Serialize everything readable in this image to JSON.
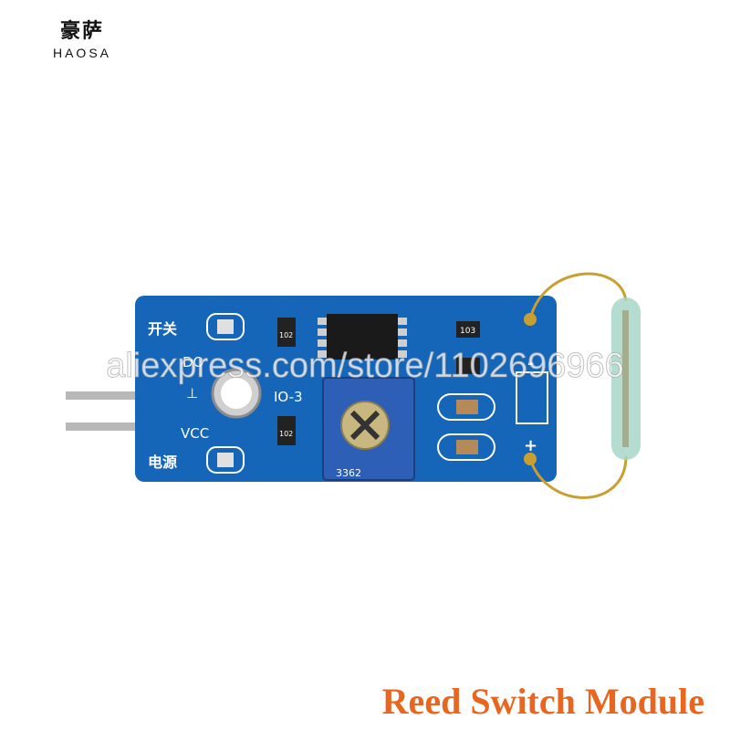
{
  "brand": {
    "name_cn": "豪萨",
    "name_en": "HAOSA"
  },
  "watermark": "aliexpress.com/store/1102696966",
  "caption": "Reed Switch Module",
  "board_labels": {
    "switch_cn": "开关",
    "power_cn": "电源",
    "do_pin": "DO",
    "gnd_pin": "⊥",
    "vcc_pin": "VCC",
    "io_label": "IO-3",
    "pot_marking": "3362",
    "resistor_1": "102",
    "resistor_2": "102",
    "resistor_3": "103",
    "plus": "+",
    "minus": "-"
  },
  "colors": {
    "pcb": "#1565b8",
    "caption": "#e8661f",
    "wire": "#c9a030",
    "reed_glass": "#a8d6c8"
  }
}
